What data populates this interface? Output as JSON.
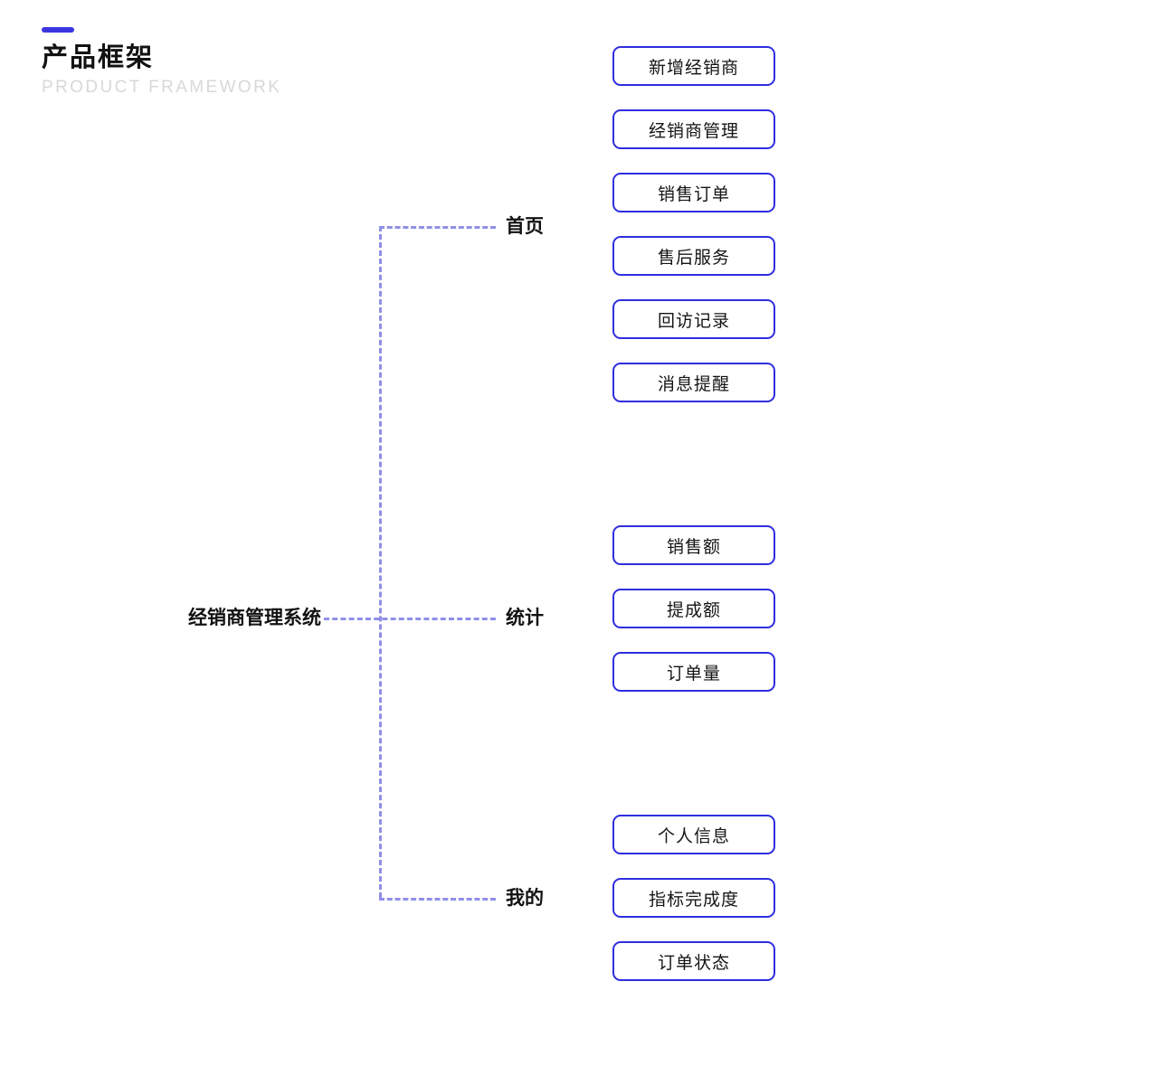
{
  "header": {
    "accent_color": "#3b35e0",
    "title": "产品框架",
    "subtitle": "PRODUCT FRAMEWORK"
  },
  "diagram": {
    "line_color": "#8f8fe8",
    "box_border_color": "#2e2ee0",
    "root": {
      "label": "经销商管理系统"
    },
    "branches": [
      {
        "label": "首页",
        "items": [
          {
            "label": "新增经销商"
          },
          {
            "label": "经销商管理"
          },
          {
            "label": "销售订单"
          },
          {
            "label": "售后服务"
          },
          {
            "label": "回访记录"
          },
          {
            "label": "消息提醒"
          }
        ]
      },
      {
        "label": "统计",
        "items": [
          {
            "label": "销售额"
          },
          {
            "label": "提成额"
          },
          {
            "label": "订单量"
          }
        ]
      },
      {
        "label": "我的",
        "items": [
          {
            "label": "个人信息"
          },
          {
            "label": "指标完成度"
          },
          {
            "label": "订单状态"
          }
        ]
      }
    ]
  }
}
